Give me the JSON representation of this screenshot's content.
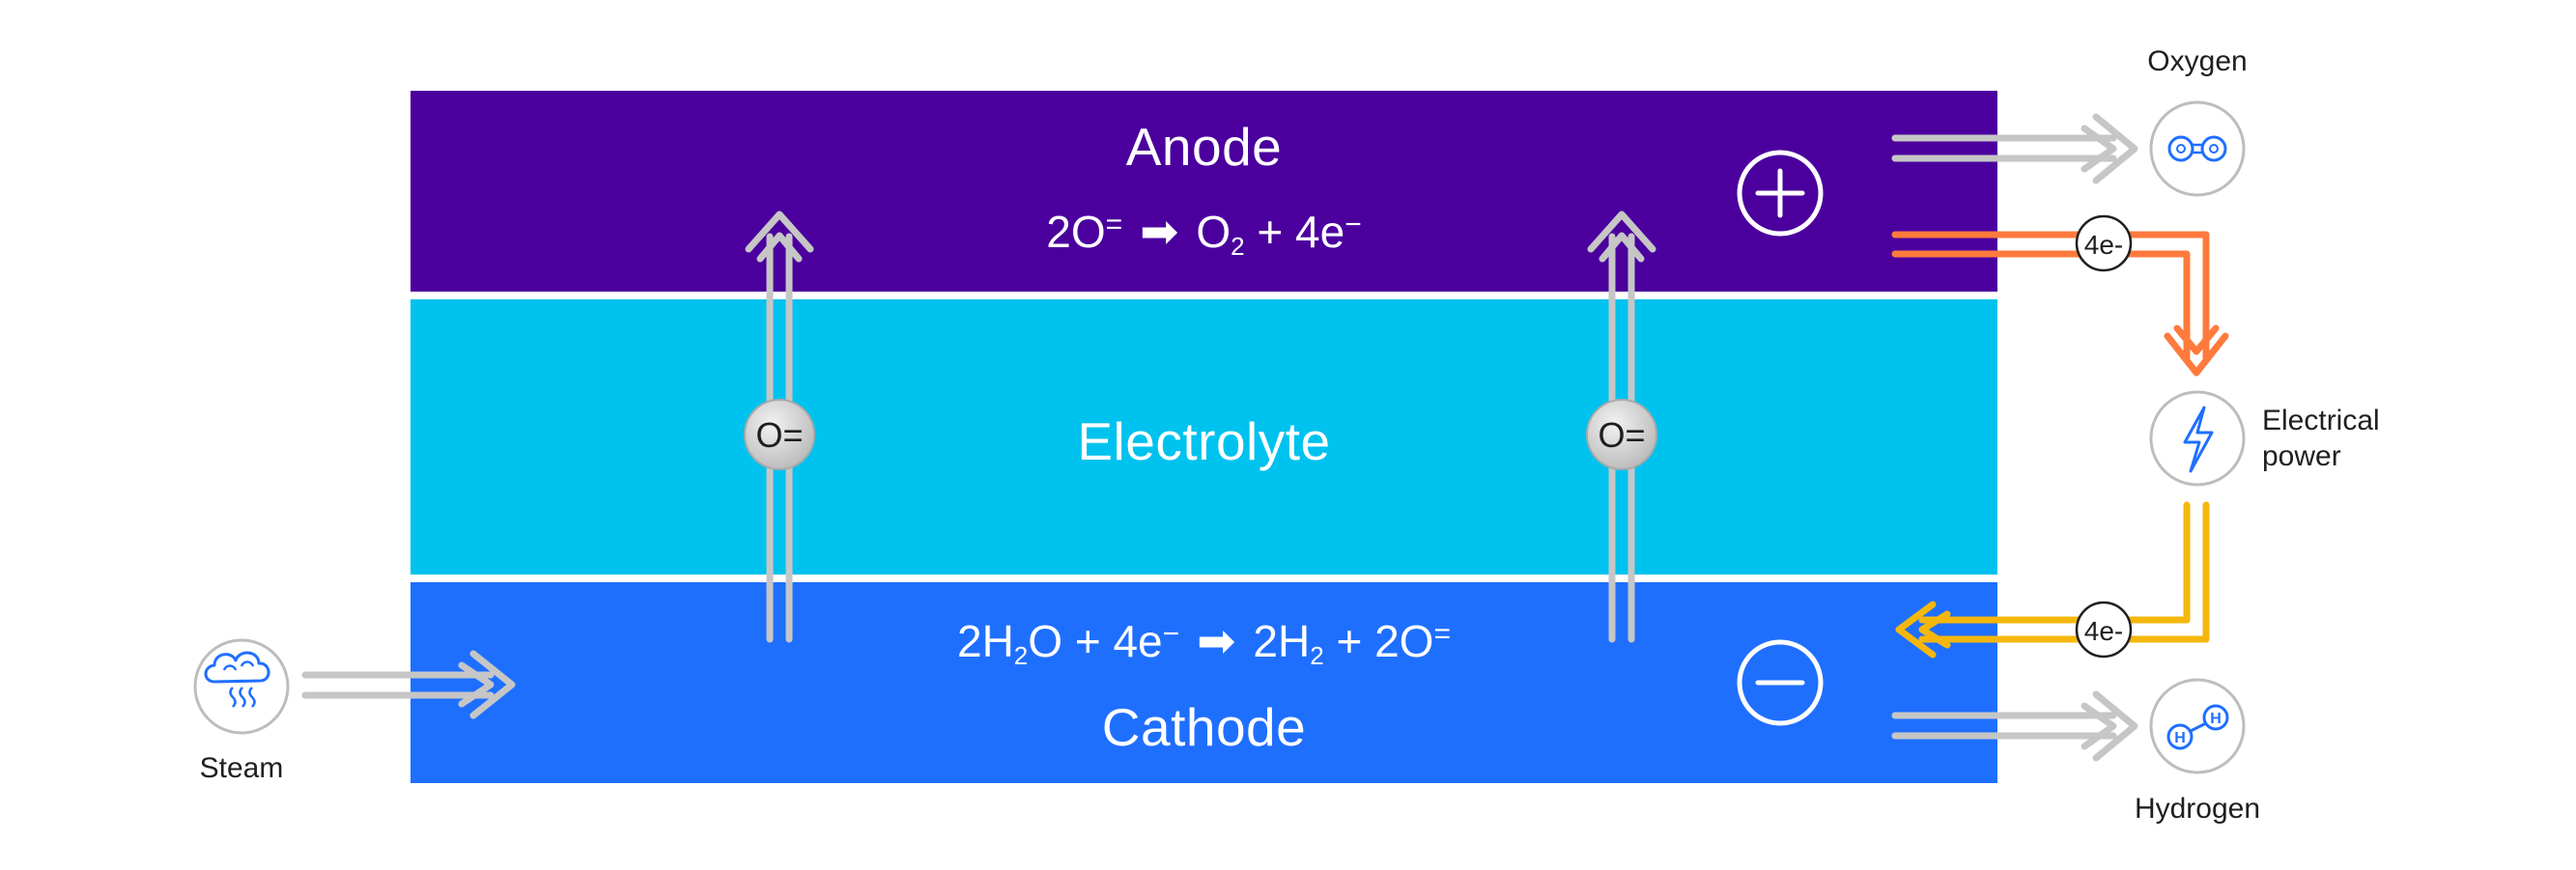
{
  "anode": {
    "title": "Anode",
    "equation": {
      "lhs_coef": "2O",
      "lhs_sup": "=",
      "arrow": "➡",
      "rhs_o": "O",
      "rhs_o_sub": "2",
      "rhs_rest": "+ 4e",
      "rhs_sup": "−"
    }
  },
  "electrolyte": {
    "title": "Electrolyte"
  },
  "cathode": {
    "title": "Cathode",
    "equation": {
      "lhs_a": "2H",
      "lhs_a_sub": "2",
      "lhs_b": "O + 4e",
      "lhs_sup": "−",
      "arrow": "➡",
      "rhs_a": "2H",
      "rhs_a_sub": "2",
      "rhs_b": "+ 2O",
      "rhs_sup": "="
    }
  },
  "ion_label": "O=",
  "electron_label": "4e-",
  "terminals": {
    "positive": "+",
    "negative": "−"
  },
  "labels": {
    "oxygen": "Oxygen",
    "electrical_power": "Electrical\npower",
    "hydrogen": "Hydrogen",
    "steam": "Steam"
  },
  "icons": {
    "oxygen": "oxygen-molecule-icon",
    "electrical_power": "lightning-bolt-icon",
    "hydrogen": "hydrogen-molecule-icon",
    "steam": "steam-cloud-icon"
  },
  "colors": {
    "anode": "#4B009E",
    "electrolyte": "#00C2EE",
    "cathode": "#1F6FFF",
    "flow_arrow": "#C6C6C6",
    "electron_out": "#FF7A3D",
    "electron_in": "#F5B70C",
    "icon_blue": "#1F6FFF",
    "circle_outline": "#BDBDBD",
    "ion_ball": "#D3D3D3"
  }
}
